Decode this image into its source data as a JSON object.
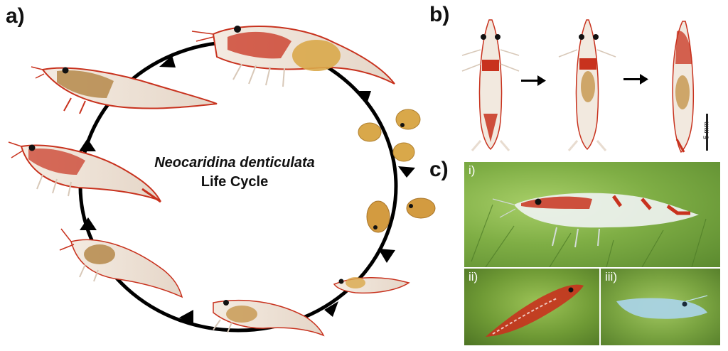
{
  "panels": {
    "a": "a)",
    "b": "b)",
    "c": "c)"
  },
  "cycle": {
    "species": "Neocaridina denticulata",
    "subtitle": "Life Cycle"
  },
  "panel_c": {
    "photo_1": "i)",
    "photo_2": "ii)",
    "photo_3": "iii)"
  },
  "scale_bar": {
    "label": "5 mm"
  },
  "colors": {
    "shrimp_red": "#c8321e",
    "shrimp_body": "#efe3d6",
    "egg_yellow": "#d9a84a",
    "arrow": "#000000",
    "blue_shrimp": "#a9d3e4"
  }
}
